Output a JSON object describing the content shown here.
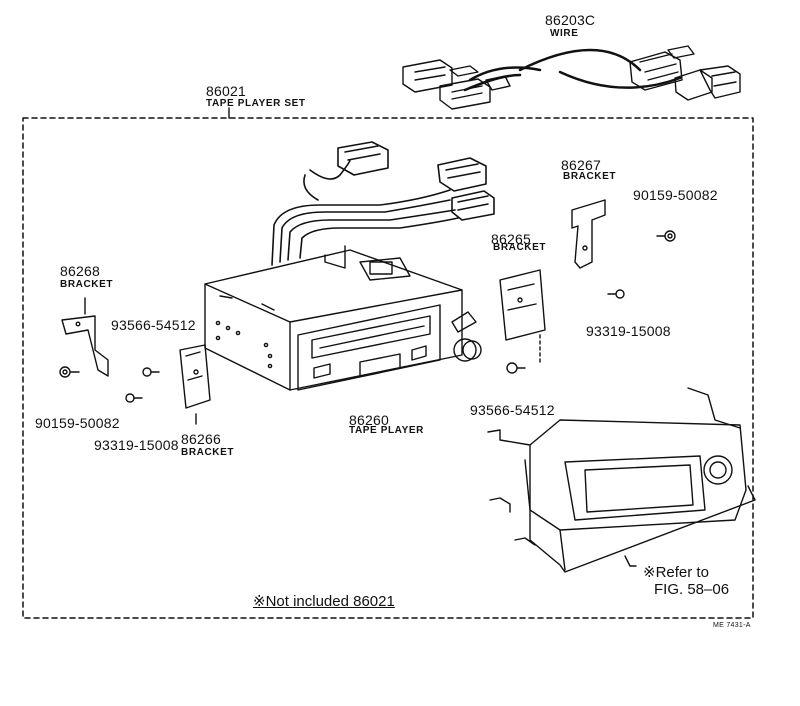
{
  "parts": {
    "wire": {
      "number": "86203C",
      "name": "WIRE"
    },
    "tape_player_set": {
      "number": "86021",
      "name": "TAPE PLAYER SET"
    },
    "bracket_86267": {
      "number": "86267",
      "name": "BRACKET"
    },
    "bracket_86265": {
      "number": "86265",
      "name": "BRACKET"
    },
    "bracket_86268": {
      "number": "86268",
      "name": "BRACKET"
    },
    "bracket_86266": {
      "number": "86266",
      "name": "BRACKET"
    },
    "tape_player": {
      "number": "86260",
      "name": "TAPE PLAYER"
    },
    "screw_90159_right": {
      "number": "90159-50082"
    },
    "screw_93319_right": {
      "number": "93319-15008"
    },
    "screw_93566_right": {
      "number": "93566-54512"
    },
    "screw_93566_left": {
      "number": "93566-54512"
    },
    "screw_90159_left": {
      "number": "90159-50082"
    },
    "screw_93319_left": {
      "number": "93319-15008"
    }
  },
  "refer": {
    "line1": "※Refer to",
    "line2": "FIG. 58–06"
  },
  "note": "※Not included 86021",
  "drawing_code": "ME 7431-A"
}
